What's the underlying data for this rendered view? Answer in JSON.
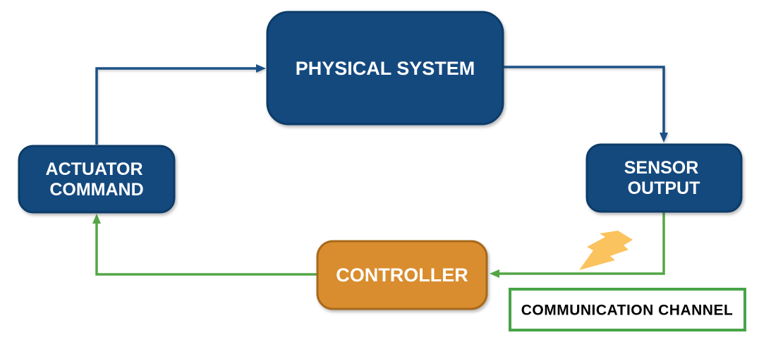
{
  "diagram": {
    "nodes": {
      "physical_system": {
        "label": "PHYSICAL SYSTEM"
      },
      "actuator_command": {
        "line1": "ACTUATOR",
        "line2": "COMMAND"
      },
      "sensor_output": {
        "line1": "SENSOR",
        "line2": "OUTPUT"
      },
      "controller": {
        "label": "CONTROLLER"
      },
      "communication_channel": {
        "label": "COMMUNICATION CHANNEL"
      }
    },
    "icons": {
      "lightning_bolt": "lightning-bolt-icon"
    },
    "edges": [
      {
        "from": "actuator_command",
        "to": "physical_system",
        "color_key": "arrow_blue"
      },
      {
        "from": "physical_system",
        "to": "sensor_output",
        "color_key": "arrow_blue"
      },
      {
        "from": "sensor_output",
        "to": "controller",
        "color_key": "arrow_green"
      },
      {
        "from": "controller",
        "to": "actuator_command",
        "color_key": "arrow_green"
      }
    ]
  },
  "colors": {
    "background": "#FFFFFF",
    "node_blue_fill": "#14497E",
    "node_blue_border": "#0C3C69",
    "node_orange_fill": "#D98D2E",
    "node_orange_border": "#A8691C",
    "arrow_blue": "#1B5186",
    "arrow_green": "#54A546",
    "channel_border": "#47A447",
    "channel_fill": "#FFFFFF",
    "bolt_fill": "#FAC35E",
    "node_text": "#FFFFFF",
    "channel_text": "#000000"
  }
}
